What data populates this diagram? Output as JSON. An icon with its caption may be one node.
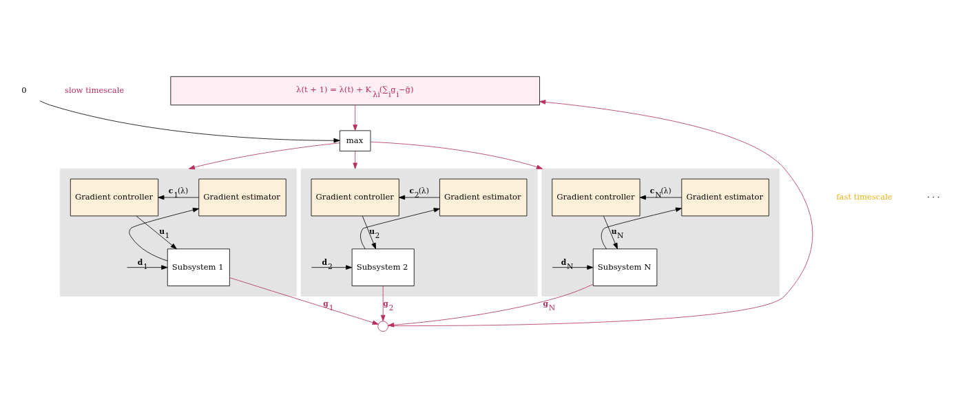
{
  "diagram": {
    "nodes": [
      {
        "text": [
          "λ(t + 1) = λ(t) + K$_{λi}$(∑$_{i}$g$_{i}$−ḡ)"
        ]
      },
      {
        "text": [
          "max"
        ]
      },
      {
        "text": [
          "0"
        ]
      },
      {
        "text": [],
        "shape": "box"
      },
      {
        "text": [
          "Gradient controller"
        ],
        "in": 3
      },
      {
        "text": [
          "Gradient estimator"
        ],
        "in": 3
      },
      {
        "text": [
          "Subsystem 1"
        ],
        "in": 3
      },
      {
        "text": [],
        "shape": "box"
      },
      {
        "text": [
          "Gradient controller"
        ],
        "in": 7
      },
      {
        "text": [
          "Gradient estimator"
        ],
        "in": 7
      },
      {
        "text": [
          "Subsystem 2"
        ],
        "in": 7
      },
      {
        "text": [],
        "shape": "box"
      },
      {
        "text": [
          "Gradient controller"
        ],
        "in": 11
      },
      {
        "text": [
          "Gradient estimator"
        ],
        "in": 11
      },
      {
        "text": [
          "Subsystem N"
        ],
        "in": 11
      },
      {
        "text": [],
        "shape": "circle"
      }
    ],
    "edges": [
      {
        "from": 0,
        "to": 1,
        "arrow": "to",
        "color": "#b5305e"
      },
      {
        "from": 2,
        "to": 1,
        "arrow": "to"
      },
      {
        "from": 1,
        "to": 3,
        "arrow": "to",
        "color": "#b5305e"
      },
      {
        "from": 1,
        "to": 7,
        "arrow": "to",
        "color": "#b5305e"
      },
      {
        "from": 1,
        "to": 11,
        "arrow": "to",
        "color": "#b5305e"
      },
      {
        "from": 5,
        "to": 4,
        "arrow": "to",
        "label": "**c**$_{1}$(λ)"
      },
      {
        "from": 4,
        "to": 6,
        "arrow": "to",
        "label": "**u**$_{1}$"
      },
      {
        "from": 6,
        "to": 5,
        "arrow": "to"
      },
      {
        "from": null,
        "to": 6,
        "arrow": "to",
        "label": "**d**$_{1}$"
      },
      {
        "from": 6,
        "to": 15,
        "arrow": "to",
        "label": "**g**$_{1}$",
        "color": "#b5305e"
      },
      {
        "from": 9,
        "to": 8,
        "arrow": "to",
        "label": "**c**$_{2}$(λ)"
      },
      {
        "from": 8,
        "to": 10,
        "arrow": "to",
        "label": "**u**$_{2}$"
      },
      {
        "from": 10,
        "to": 9,
        "arrow": "to"
      },
      {
        "from": null,
        "to": 10,
        "arrow": "to",
        "label": "**d**$_{2}$"
      },
      {
        "from": 10,
        "to": 15,
        "arrow": "to",
        "label": "**g**$_{2}$",
        "color": "#b5305e"
      },
      {
        "from": 13,
        "to": 12,
        "arrow": "to",
        "label": "**c**$_{N}$(λ)"
      },
      {
        "from": 12,
        "to": 14,
        "arrow": "to",
        "label": "**u**$_{N}$"
      },
      {
        "from": 14,
        "to": 13,
        "arrow": "to"
      },
      {
        "from": null,
        "to": 14,
        "arrow": "to",
        "label": "**d**$_{N}$"
      },
      {
        "from": 14,
        "to": 15,
        "arrow": "to",
        "label": "**g**$_{N}$",
        "color": "#b5305e"
      },
      {
        "from": 15,
        "to": 0,
        "arrow": "to",
        "color": "#b5305e"
      }
    ],
    "labels": [
      "slow timescale",
      "fast timescale",
      "· · ·"
    ]
  }
}
